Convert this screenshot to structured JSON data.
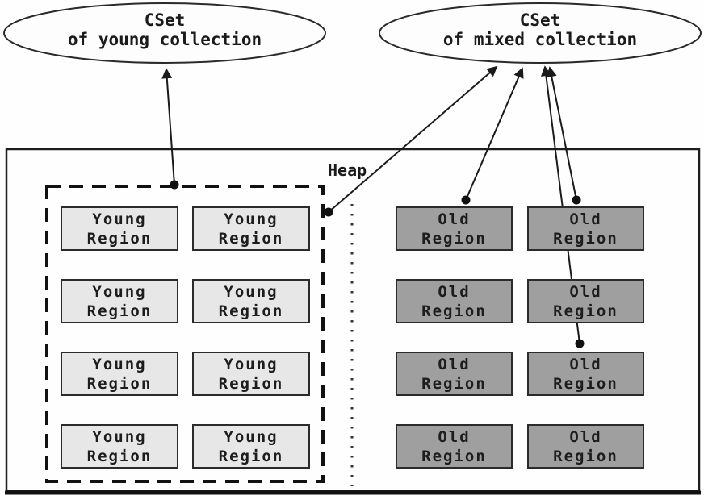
{
  "cset_young": {
    "line1": "CSet",
    "line2": "of young collection"
  },
  "cset_mixed": {
    "line1": "CSet",
    "line2": "of mixed collection"
  },
  "heap": {
    "label": "Heap"
  },
  "regions": {
    "young_label": {
      "line1": "Young",
      "line2": "Region"
    },
    "old_label": {
      "line1": "Old",
      "line2": "Region"
    },
    "young_count": 8,
    "old_count": 8
  },
  "colors": {
    "young_fill": "#e7e7e7",
    "old_fill": "#9f9f9f",
    "line": "#1a1a1a",
    "box_border": "#2b2b2b"
  }
}
